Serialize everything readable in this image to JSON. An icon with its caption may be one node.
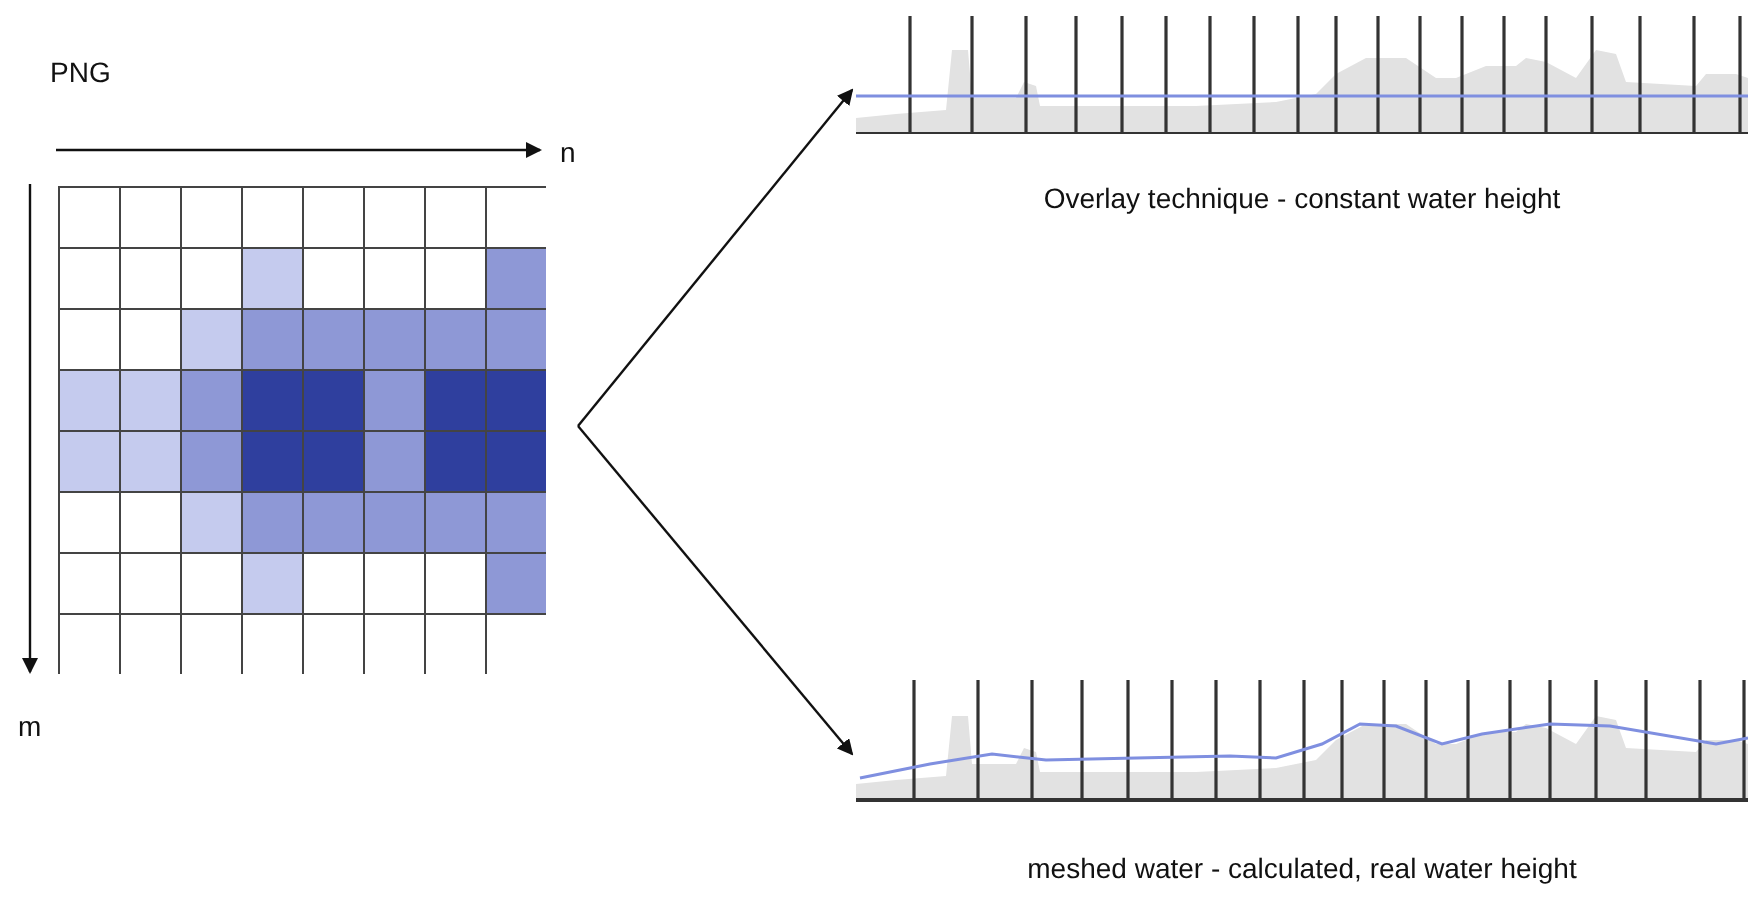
{
  "diagram": {
    "nodes": [
      {
        "text": [],
        "shape": "picture"
      },
      {
        "text": [
          "Overlay technique - constant water height"
        ]
      },
      {
        "text": [
          "meshed water - calculated, real water height"
        ]
      }
    ],
    "edges": [
      {
        "from": 0,
        "to": 1,
        "arrow": "to"
      },
      {
        "from": 0,
        "to": 2,
        "arrow": "to"
      }
    ],
    "labels": [
      "PNG",
      "n",
      "m"
    ]
  }
}
